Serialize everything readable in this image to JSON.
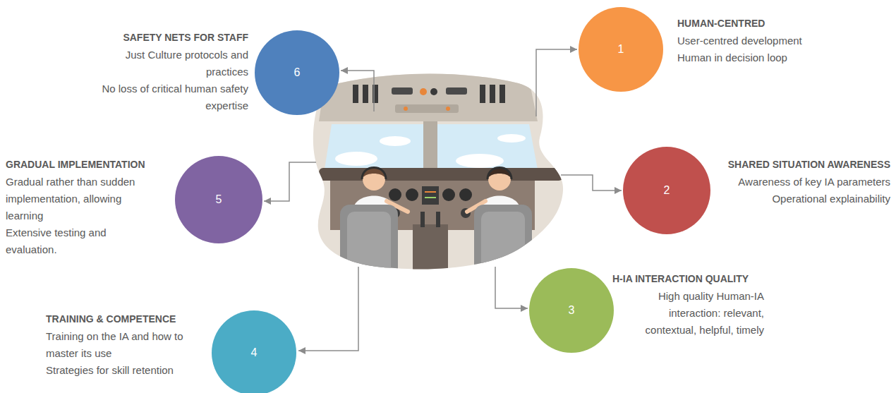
{
  "diagram": {
    "nodes": [
      {
        "text": [
          "1",
          "HUMAN-CENTRED",
          "User-centred development",
          "Human in decision loop"
        ]
      },
      {
        "text": [
          "2",
          "SHARED SITUATION AWARENESS",
          "Awareness of key IA parameters",
          "Operational explainability"
        ]
      },
      {
        "text": [
          "3",
          "H-IA INTERACTION QUALITY",
          "High quality Human-IA interaction: relevant, contextual, helpful, timely"
        ]
      },
      {
        "text": [
          "4",
          "TRAINING & COMPETENCE",
          "Training on the IA and how to master its use",
          "Strategies for skill retention"
        ]
      },
      {
        "text": [
          "5",
          "GRADUAL IMPLEMENTATION",
          "Gradual rather than sudden implementation, allowing learning",
          "Extensive testing and evaluation."
        ]
      },
      {
        "text": [
          "6",
          "SAFETY NETS FOR STAFF",
          "Just Culture protocols and practices",
          "No loss of critical human safety expertise"
        ]
      }
    ]
  }
}
